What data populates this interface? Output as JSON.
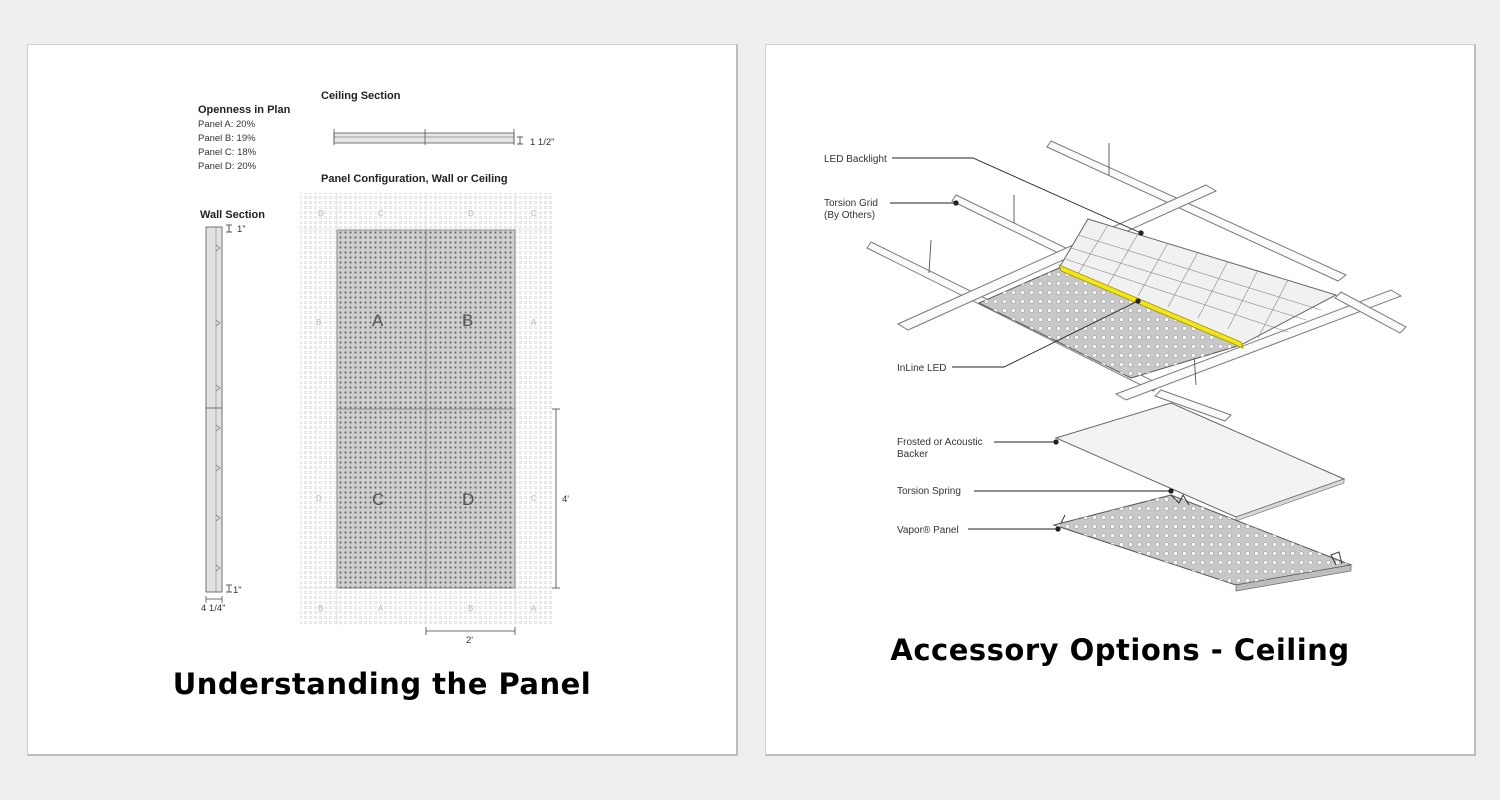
{
  "left_panel": {
    "caption": "Understanding the Panel",
    "openness_title": "Openness in Plan",
    "openness_items": [
      "Panel A: 20%",
      "Panel B: 19%",
      "Panel C: 18%",
      "Panel D: 20%"
    ],
    "ceiling_section_title": "Ceiling Section",
    "ceiling_dim": "1 1/2\"",
    "config_title": "Panel Configuration, Wall or Ceiling",
    "wall_section_title": "Wall Section",
    "wall_dim_top": "1\"",
    "wall_dim_bottom": "1\"",
    "wall_width_dim": "4 1/4\"",
    "panel_letters": [
      "A",
      "B",
      "C",
      "D"
    ],
    "ghost_top": [
      "D",
      "C",
      "D",
      "C"
    ],
    "ghost_bottom": [
      "B",
      "A",
      "B",
      "A"
    ],
    "ghost_left": [
      "B",
      "D"
    ],
    "ghost_right": [
      "A",
      "C"
    ],
    "height_dim": "4'",
    "width_dim": "2'"
  },
  "right_panel": {
    "caption": "Accessory Options - Ceiling",
    "callouts": {
      "led_backlight": "LED Backlight",
      "torsion_grid_1": "Torsion Grid",
      "torsion_grid_2": "(By Others)",
      "inline_led": "InLine LED",
      "backer_1": "Frosted or Acoustic",
      "backer_2": "Backer",
      "torsion_spring": "Torsion Spring",
      "vapor_panel": "Vapor® Panel"
    },
    "led_color": "#f2e61a"
  }
}
